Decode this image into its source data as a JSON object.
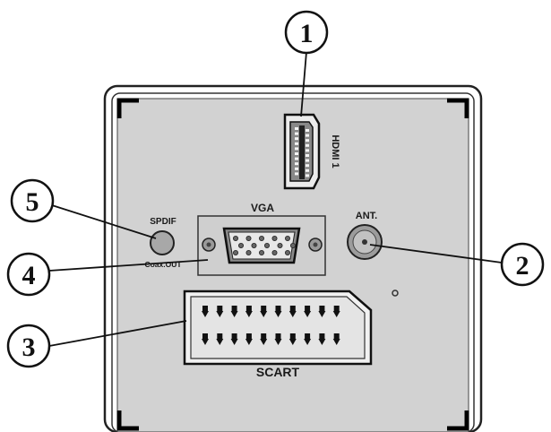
{
  "panel": {
    "ports": {
      "hdmi": {
        "label": "HDMI 1"
      },
      "vga": {
        "label": "VGA"
      },
      "antenna": {
        "label": "ANT."
      },
      "spdif": {
        "label": "SPDIF",
        "sublabel": "Coax.OUT"
      },
      "scart": {
        "label": "SCART"
      }
    }
  },
  "callouts": [
    "1",
    "2",
    "3",
    "4",
    "5"
  ],
  "colors": {
    "line": "#111111",
    "panel": "#d4d4d4",
    "port": "#b8b8b8"
  }
}
